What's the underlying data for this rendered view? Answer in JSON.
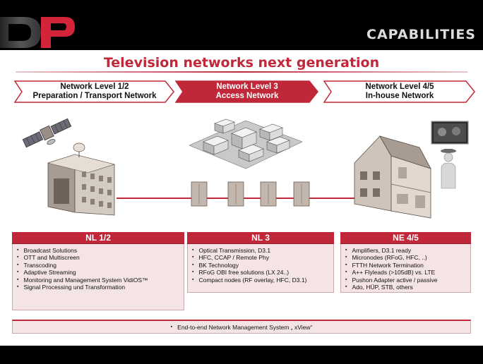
{
  "header": {
    "logo_text": "DP",
    "section_title": "CAPABILITIES"
  },
  "slide": {
    "title": "Television networks next generation",
    "levels": [
      {
        "line1": "Network Level 1/2",
        "line2": "Preparation / Transport Network"
      },
      {
        "line1": "Network Level 3",
        "line2": "Access Network"
      },
      {
        "line1": "Network Level 4/5",
        "line2": "In-house Network"
      }
    ],
    "panels": [
      {
        "heading": "NL 1/2",
        "items": [
          "Broadcast Solutions",
          "OTT and Multiscreen",
          "Transcoding",
          "Adaptive Streaming",
          "Monitoring and Management System VidiOS™",
          "Signal Processing und Transformation"
        ]
      },
      {
        "heading": "NL 3",
        "items": [
          "Optical Transmission, D3.1",
          "HFC, CCAP / Remote Phy",
          "BK Technology",
          "RFoG OBI free solutions (LX 24..)",
          "Compact nodes (RF overlay, HFC, D3.1)"
        ]
      },
      {
        "heading": "NE 4/5",
        "items": [
          "Amplifiers, D3.1 ready",
          "Micronodes (RFoG, HFC, ..)",
          "FTTH Network Termination",
          "A++ Flyleads (>105dB) vs. LTE",
          "Pushon Adapter active / passive",
          "Ado, HÜP, STB, others"
        ]
      }
    ],
    "footer": "End-to-end Network Management System „ xView“"
  },
  "colors": {
    "accent": "#c0283a",
    "panel_bg": "#f4e4e6",
    "header_bg": "#000000",
    "section_title": "#dcdcdc"
  },
  "icons": [
    "satellite-icon",
    "broadcast-building-icon",
    "city-blocks-icon",
    "street-cabinet-icon",
    "house-cutaway-icon",
    "tv-screen-icon",
    "person-icon"
  ]
}
